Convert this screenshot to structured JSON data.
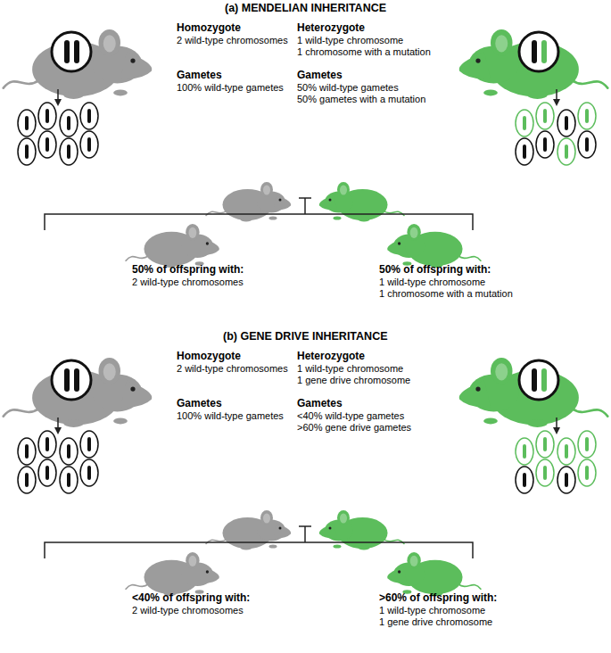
{
  "diagram": {
    "labels": [
      "(a) MENDELIAN INHERITANCE",
      "Homozygote",
      "2 wild-type chromosomes",
      "Heterozygote",
      "1 wild-type chromosome",
      "1 chromosome with a mutation",
      "Gametes",
      "100% wild-type gametes",
      "Gametes",
      "50% wild-type gametes",
      "50% gametes with a mutation",
      "50% of offspring with:",
      "2 wild-type chromosomes",
      "50% of offspring with:",
      "1 wild-type chromosome",
      "1 chromosome with a mutation",
      "(b) GENE DRIVE INHERITANCE",
      "Homozygote",
      "2 wild-type chromosomes",
      "Heterozygote",
      "1 wild-type chromosome",
      "1 gene drive chromosome",
      "Gametes",
      "100% wild-type gametes",
      "Gametes",
      "<40% wild-type gametes",
      ">60% gene drive gametes",
      "<40% of offspring with:",
      "2 wild-type chromosomes",
      ">60% of offspring with:",
      "1 wild-type chromosome",
      "1 gene drive chromosome"
    ]
  }
}
